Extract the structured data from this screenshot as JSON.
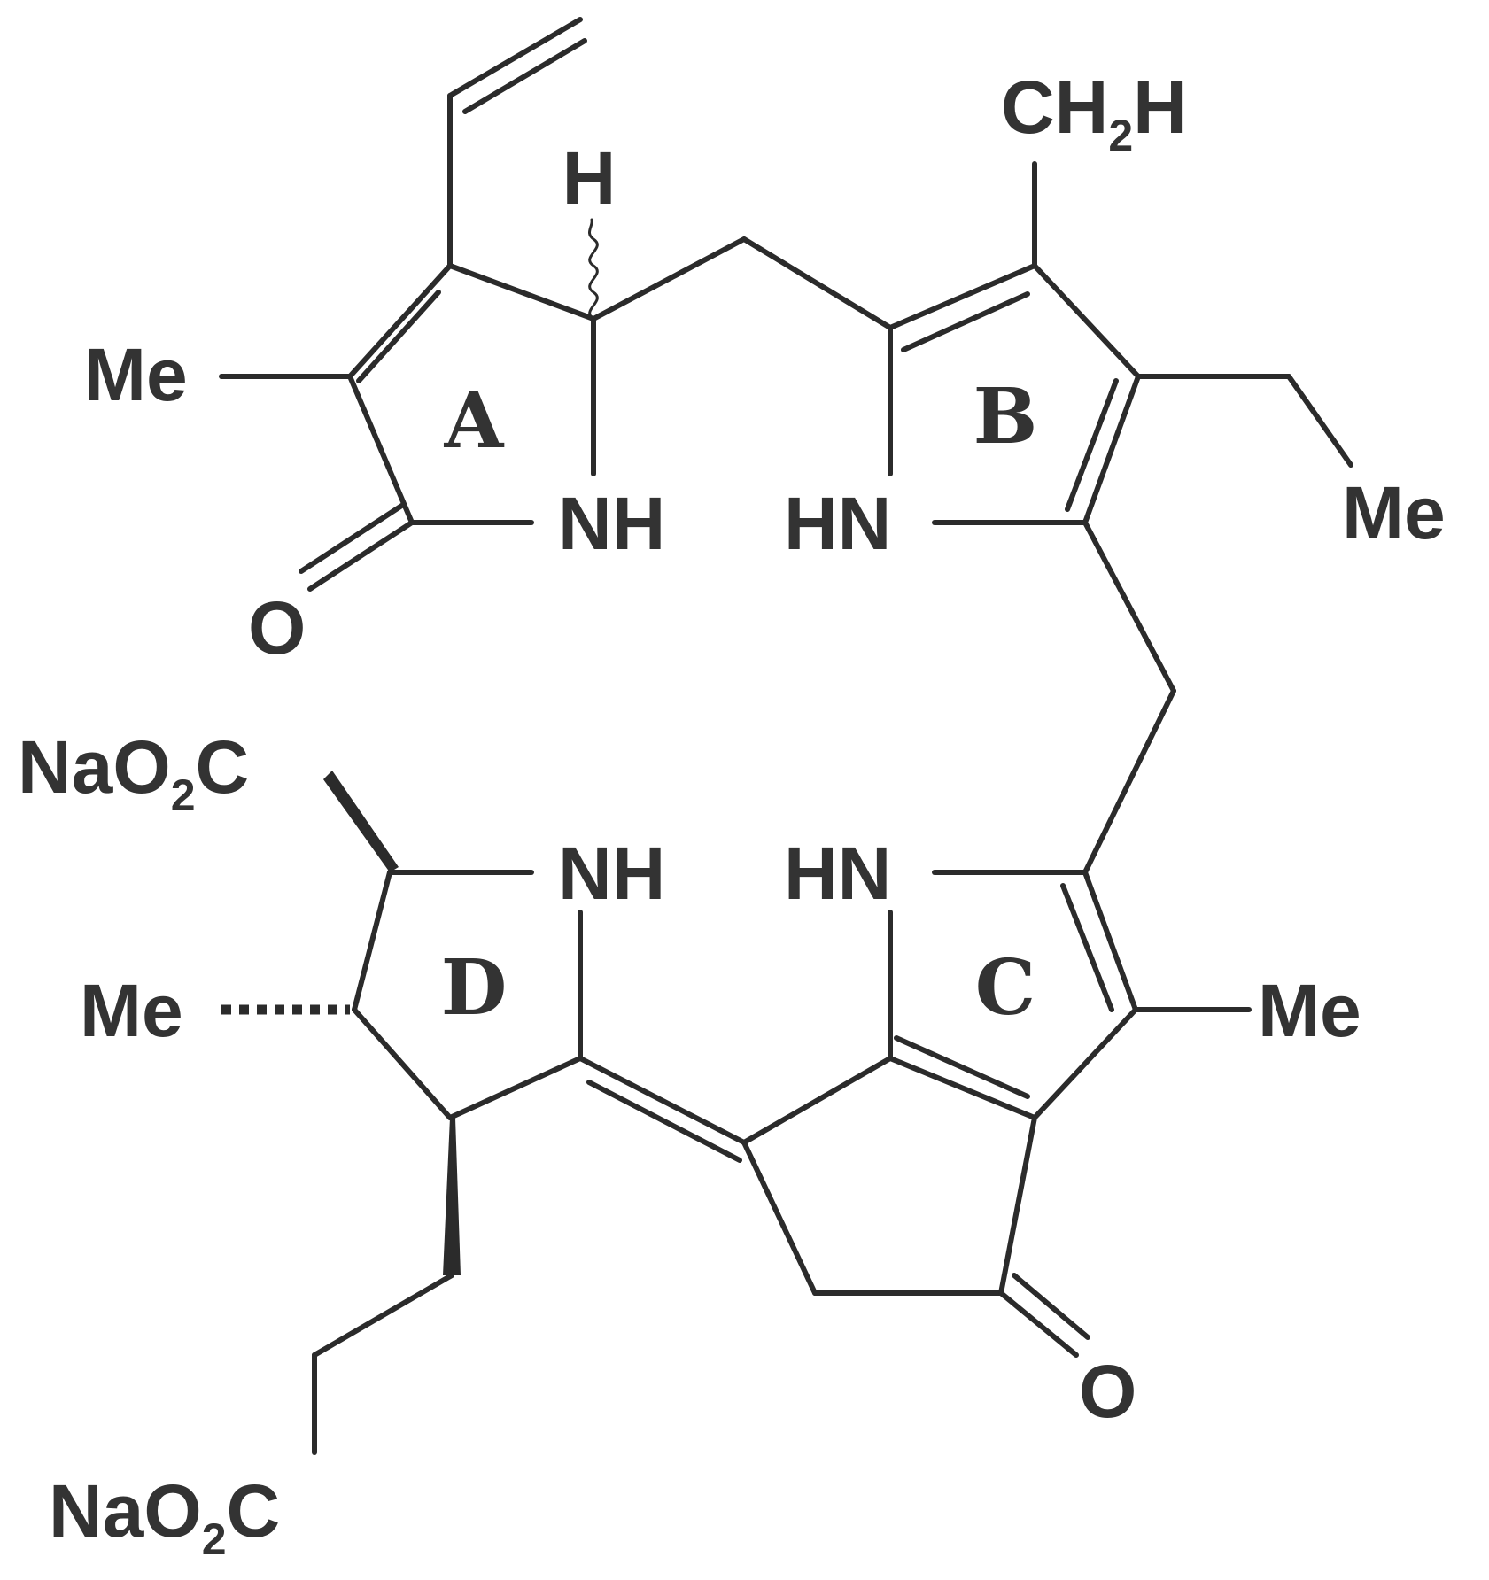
{
  "labels": {
    "ch2h": {
      "main": "CH",
      "sub": "2",
      "tail": "H"
    },
    "h_top": "H",
    "me_a": "Me",
    "me_b": "Me",
    "me_c": "Me",
    "me_d": "Me",
    "nh_a": "NH",
    "hn_b": "HN",
    "nh_d": "NH",
    "hn_c": "HN",
    "o_a": "O",
    "o_e": "O",
    "naco2_top": {
      "main": "NaO",
      "sub": "2",
      "tail": "C"
    },
    "naco2_bottom": {
      "main": "NaO",
      "sub": "2",
      "tail": "C"
    }
  },
  "rings": {
    "a": "A",
    "b": "B",
    "c": "C",
    "d": "D"
  }
}
